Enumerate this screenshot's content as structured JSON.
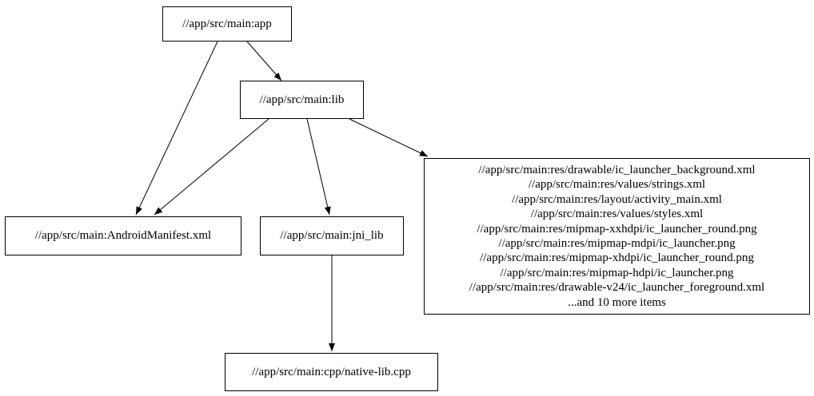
{
  "diagram": {
    "kind": "dependency-graph",
    "colors": {
      "background": "#ffffff",
      "node_border": "#000000",
      "node_fill": "#ffffff",
      "edge": "#000000",
      "text": "#000000"
    },
    "nodes": [
      {
        "id": "app",
        "label": "//app/src/main:app"
      },
      {
        "id": "lib",
        "label": "//app/src/main:lib"
      },
      {
        "id": "android-manifest",
        "label": "//app/src/main:AndroidManifest.xml"
      },
      {
        "id": "jni-lib",
        "label": "//app/src/main:jni_lib"
      },
      {
        "id": "res-group",
        "lines": [
          "//app/src/main:res/drawable/ic_launcher_background.xml",
          "//app/src/main:res/values/strings.xml",
          "//app/src/main:res/layout/activity_main.xml",
          "//app/src/main:res/values/styles.xml",
          "//app/src/main:res/mipmap-xxhdpi/ic_launcher_round.png",
          "//app/src/main:res/mipmap-mdpi/ic_launcher.png",
          "//app/src/main:res/mipmap-xhdpi/ic_launcher_round.png",
          "//app/src/main:res/mipmap-hdpi/ic_launcher.png",
          "//app/src/main:res/drawable-v24/ic_launcher_foreground.xml",
          "...and 10 more items"
        ]
      },
      {
        "id": "native-lib-cpp",
        "label": "//app/src/main:cpp/native-lib.cpp"
      }
    ],
    "edges": [
      {
        "from": "app",
        "to": "android-manifest"
      },
      {
        "from": "app",
        "to": "lib"
      },
      {
        "from": "lib",
        "to": "android-manifest"
      },
      {
        "from": "lib",
        "to": "jni-lib"
      },
      {
        "from": "lib",
        "to": "res-group"
      },
      {
        "from": "jni-lib",
        "to": "native-lib-cpp"
      }
    ]
  }
}
